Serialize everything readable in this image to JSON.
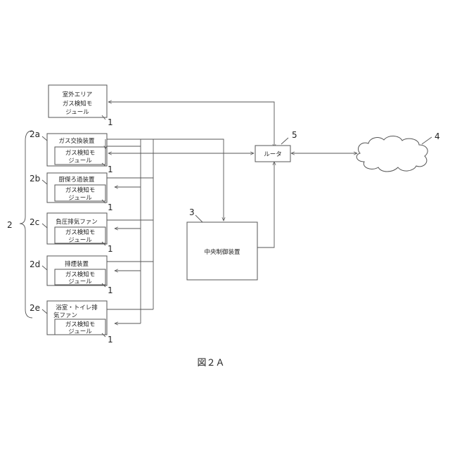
{
  "figure": {
    "caption": "図２Ａ",
    "outdoor_module": {
      "lines": [
        "室外エリア",
        "ガス検知モ",
        "ジュール"
      ],
      "ref": "1"
    },
    "group_ref": "2",
    "devices": [
      {
        "ref": "2a",
        "name": [
          "ガス交換装置"
        ],
        "module": [
          "ガス検知モ",
          "ジュール"
        ],
        "module_ref": "1"
      },
      {
        "ref": "2b",
        "name": [
          "厨傑ろ過装置"
        ],
        "module": [
          "ガス検知モ",
          "ジュール"
        ],
        "module_ref": "1"
      },
      {
        "ref": "2c",
        "name": [
          "負圧排気ファン"
        ],
        "module": [
          "ガス検知モ",
          "ジュール"
        ],
        "module_ref": "1"
      },
      {
        "ref": "2d",
        "name": [
          "排煙装置"
        ],
        "module": [
          "ガス検知モ",
          "ジュール"
        ],
        "module_ref": "1"
      },
      {
        "ref": "2e",
        "name": [
          "浴室・トイレ排",
          "気ファン"
        ],
        "module": [
          "ガス検知モ",
          "ジュール"
        ],
        "module_ref": "1"
      }
    ],
    "central_controller": {
      "label": "中央制御装置",
      "ref": "3"
    },
    "router": {
      "label": "ルータ",
      "ref": "5"
    },
    "cloud": {
      "ref": "4"
    }
  }
}
